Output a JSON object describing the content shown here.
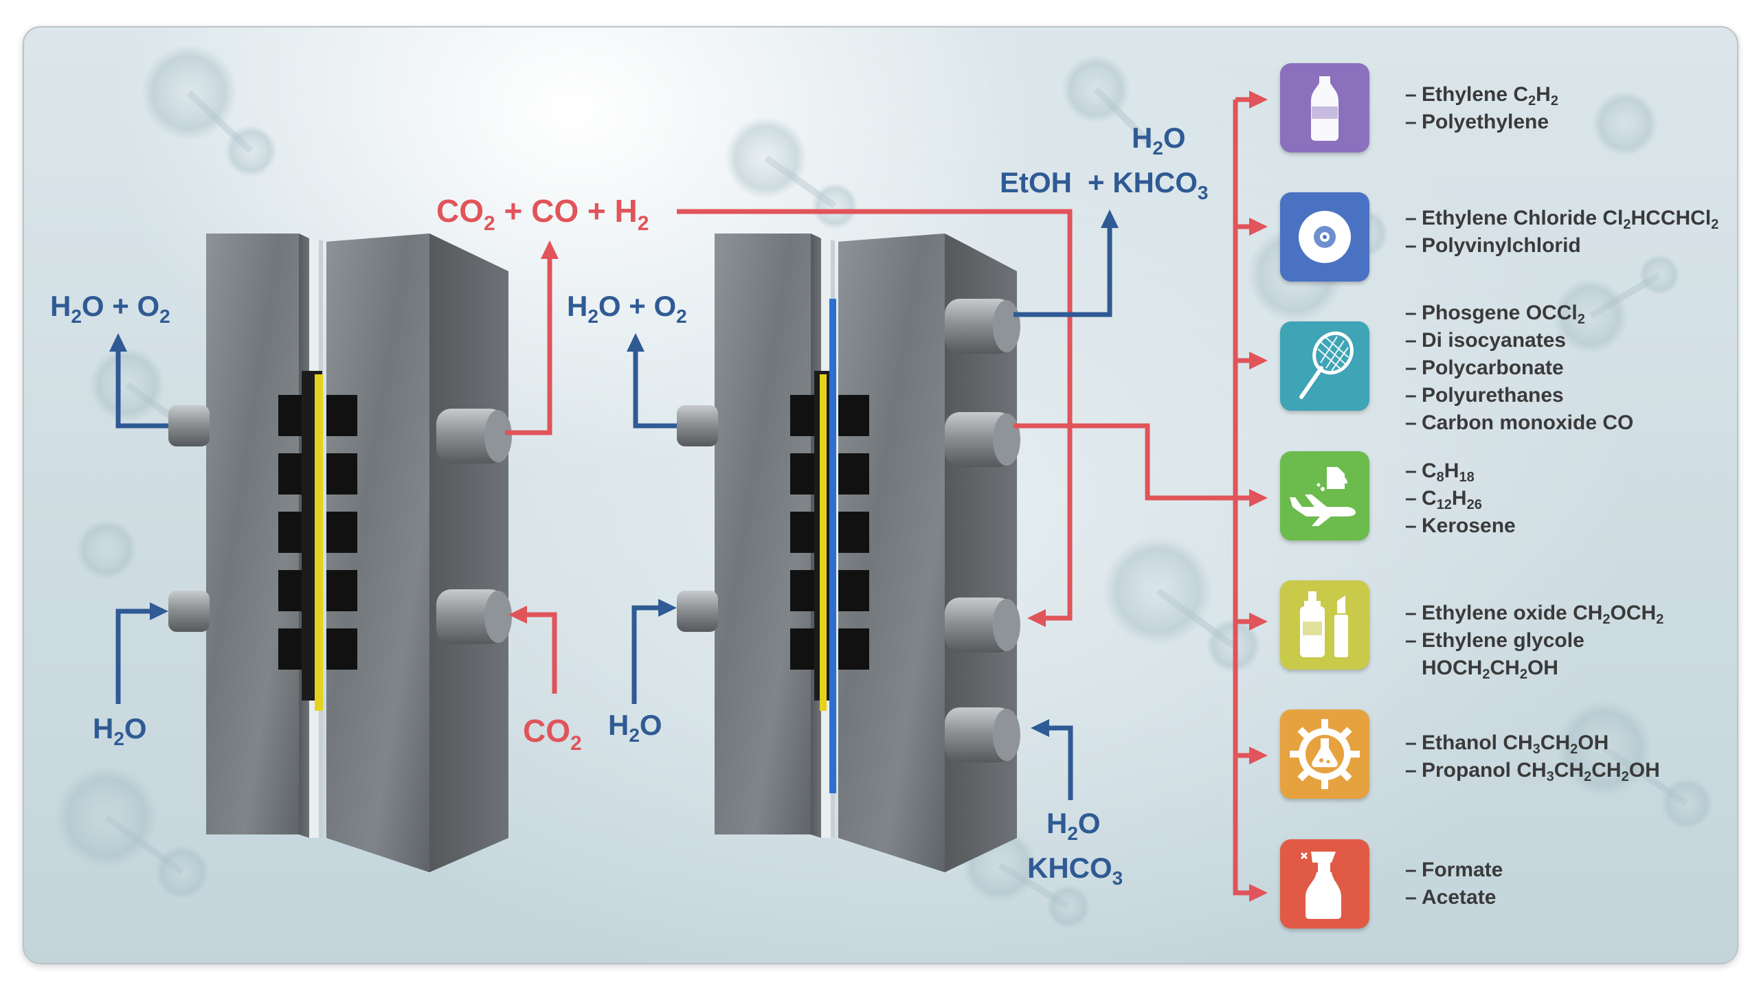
{
  "colors": {
    "blue_flow": "#2f5a94",
    "red_flow": "#e0545a",
    "membrane_yellow": "#e4d21e",
    "membrane_blue": "#2d6fd1",
    "steel": "#6f7478"
  },
  "cell1": {
    "top_left": {
      "main": "H",
      "s1": "2",
      "mid": "O  + O",
      "s2": "2"
    },
    "in_left": {
      "main": "H",
      "s1": "2",
      "end": "O"
    },
    "out_right": {
      "a": "CO",
      "s1": "2",
      "b": " + CO  + H",
      "s2": "2"
    },
    "in_right": {
      "main": "CO",
      "s1": "2"
    }
  },
  "cell2": {
    "top_left": {
      "main": "H",
      "s1": "2",
      "mid": "O + O",
      "s2": "2"
    },
    "in_left": {
      "main": "H",
      "s1": "2",
      "end": "O"
    },
    "out_top": {
      "etoh": "EtOH",
      "h2o_a": "H",
      "h2o_s": "2",
      "h2o_b": "O",
      "khco3_a": "+ KHCO",
      "khco3_s": "3"
    },
    "in_right": {
      "h2o_a": "H",
      "h2o_s": "2",
      "h2o_b": "O",
      "khco3_a": "KHCO",
      "khco3_s": "3"
    }
  },
  "products": [
    {
      "icon": "bottle-icon",
      "color": "#8a70bd",
      "lines": [
        {
          "parts": [
            "Ethylene C",
            {
              "sub": "2"
            },
            "H",
            {
              "sub": "2"
            }
          ]
        },
        {
          "parts": [
            "Polyethylene"
          ]
        }
      ]
    },
    {
      "icon": "disc-icon",
      "color": "#4a72c2",
      "lines": [
        {
          "parts": [
            "Ethylene Chloride Cl",
            {
              "sub": "2"
            },
            "HCCHCl",
            {
              "sub": "2"
            }
          ]
        },
        {
          "parts": [
            "Polyvinylchlorid"
          ]
        }
      ]
    },
    {
      "icon": "tennis-racket-icon",
      "color": "#3ea4b6",
      "lines": [
        {
          "parts": [
            "Phosgene OCCl",
            {
              "sub": "2"
            }
          ]
        },
        {
          "parts": [
            "Di isocyanates"
          ]
        },
        {
          "parts": [
            "Polycarbonate"
          ]
        },
        {
          "parts": [
            "Polyurethanes"
          ]
        },
        {
          "parts": [
            "Carbon monoxide CO"
          ]
        }
      ]
    },
    {
      "icon": "airplane-fuel-icon",
      "color": "#6cbb4d",
      "lines": [
        {
          "parts": [
            "C",
            {
              "sub": "8"
            },
            "H",
            {
              "sub": "18"
            }
          ]
        },
        {
          "parts": [
            "C",
            {
              "sub": "12"
            },
            "H",
            {
              "sub": "26"
            }
          ]
        },
        {
          "parts": [
            "Kerosene"
          ]
        }
      ]
    },
    {
      "icon": "cosmetics-icon",
      "color": "#c9c94a",
      "lines": [
        {
          "parts": [
            "Ethylene oxide CH",
            {
              "sub": "2"
            },
            "OCH",
            {
              "sub": "2"
            }
          ]
        },
        {
          "parts": [
            "Ethylene glycole"
          ]
        },
        {
          "cont": true,
          "parts": [
            "HOCH",
            {
              "sub": "2"
            },
            "CH",
            {
              "sub": "2"
            },
            "OH"
          ]
        }
      ]
    },
    {
      "icon": "chemistry-gear-icon",
      "color": "#e6a23e",
      "lines": [
        {
          "parts": [
            "Ethanol CH",
            {
              "sub": "3"
            },
            "CH",
            {
              "sub": "2"
            },
            "OH"
          ]
        },
        {
          "parts": [
            "Propanol CH",
            {
              "sub": "3"
            },
            "CH",
            {
              "sub": "2"
            },
            "CH",
            {
              "sub": "2"
            },
            "OH"
          ]
        }
      ]
    },
    {
      "icon": "spray-bottle-icon",
      "color": "#e05a45",
      "lines": [
        {
          "parts": [
            "Formate"
          ]
        },
        {
          "parts": [
            "Acetate"
          ]
        }
      ]
    }
  ]
}
